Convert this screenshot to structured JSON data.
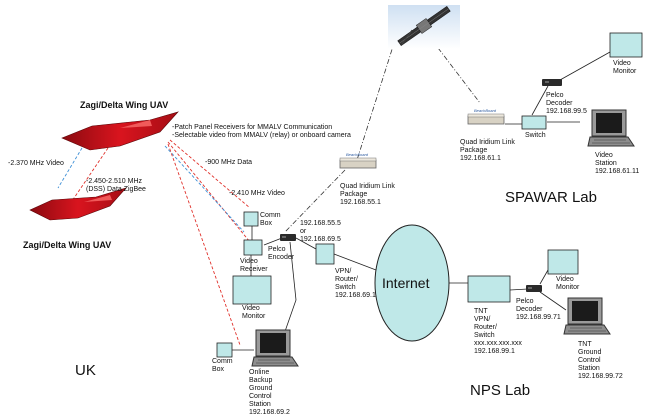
{
  "labels": {
    "uav_top": "Zagi/Delta Wing UAV",
    "uav_bottom": "Zagi/Delta Wing UAV",
    "patch_panel": "-Patch Panel Receivers for MMALV Communication\n-Selectable video from MMALV (relay) or onboard camera",
    "video_2370": "-2.370 MHz Video",
    "dss_data": "-2.450-2.510 MHz\n(DSS) Data ZigBee",
    "data_900": "-900 MHz Data",
    "video_2410": "-2.410 MHz Video",
    "comm_box_top": "Comm\nBox",
    "video_receiver": "Video\nReceiver",
    "pelco_encoder": "Pelco\nEncoder",
    "video_monitor_uk": "Video\nMonitor",
    "comm_box_bottom": "Comm\nBox",
    "online_backup_gcs": "Online\nBackup\nGround\nControl\nStation\n192.168.69.2",
    "encoder_ips": "192.168.55.5\nor\n192.168.69.5",
    "quad_iridium_uk": "Quad Iridium Link\nPackage\n192.168.55.1",
    "vpn_uk": "VPN/\nRouter/\nSwitch\n192.168.69.1",
    "internet": "Internet",
    "uk": "UK",
    "spawar_video_monitor": "Video\nMonitor",
    "spawar_pelco_decoder": "Pelco\nDecoder\n192.168.99.5",
    "spawar_switch": "Switch",
    "spawar_quad_iridium": "Quad Iridium Link\nPackage\n192.168.61.1",
    "spawar_video_station": "Video\nStation\n192.168.61.11",
    "spawar_lab": "SPAWAR Lab",
    "nps_vpn": "TNT\nVPN/\nRouter/\nSwitch\nxxx.xxx.xxx.xxx\n192.168.99.1",
    "nps_pelco_decoder": "Pelco\nDecoder\n192.168.99.71",
    "nps_video_monitor": "Video\nMonitor",
    "nps_gcs": "TNT\nGround\nControl\nStation\n192.168.99.72",
    "nps_lab": "NPS Lab"
  },
  "colors": {
    "box_fill": "#bfe8e8",
    "uav_red": "#d9141e",
    "link_red": "#e0302a",
    "link_blue": "#3d8fd6",
    "line_dark": "#222222"
  },
  "icons": {
    "satellite": "satellite-icon",
    "laptop": "laptop-icon",
    "uav": "delta-wing-uav-icon",
    "modem": "iridium-modem-icon",
    "decoder": "pelco-device-icon"
  }
}
